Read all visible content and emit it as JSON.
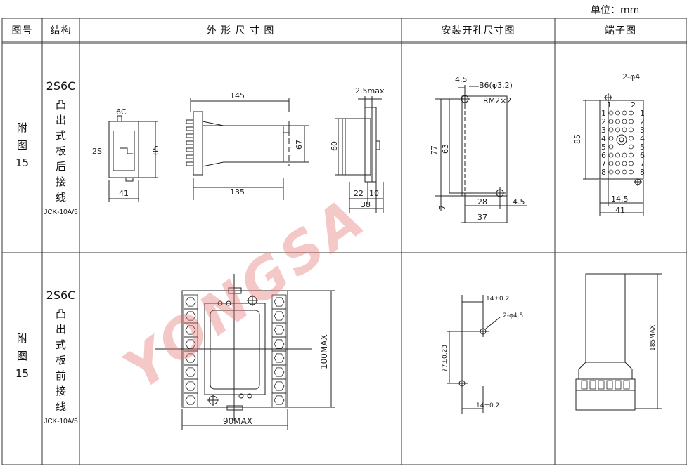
{
  "unit_label": "单位：mm",
  "headers": {
    "fig_no": "图号",
    "structure": "结构",
    "outline": "外 形 尺 寸 图",
    "mounting": "安装开孔尺寸图",
    "terminal": "端子图"
  },
  "rows": [
    {
      "fig": [
        "附",
        "图",
        "15"
      ],
      "model": "2S6C",
      "structure_chars": [
        "凸",
        "出",
        "式",
        "板",
        "后",
        "接",
        "线"
      ],
      "code": "JCK-10A/5",
      "outline_dims": {
        "side_6c": "6C",
        "side_2s": "2S",
        "side_h": "85",
        "side_w": "41",
        "top_145": "145",
        "top_135": "135",
        "front_67": "67",
        "rear_60": "60",
        "rear_25max": "2.5max",
        "rear_22": "22",
        "rear_10": "10",
        "rear_38": "38"
      },
      "mount_dims": {
        "d45a": "4.5",
        "b6": "B6(φ3.2)",
        "rm": "RM2×2",
        "d77": "77",
        "d63": "63",
        "d7": "7",
        "d28": "28",
        "d45b": "4.5",
        "d37": "37"
      },
      "terminal_dims": {
        "hole": "2-φ4",
        "h85": "85",
        "w145": "14.5",
        "w41": "41",
        "col1": "1",
        "col2": "2",
        "left_nums": [
          "1",
          "2",
          "3",
          "4",
          "5",
          "6",
          "7",
          "8"
        ],
        "right_nums": [
          "1",
          "2",
          "3",
          "4",
          "5",
          "6",
          "7",
          "8"
        ]
      }
    },
    {
      "fig": [
        "附",
        "图",
        "15"
      ],
      "model": "2S6C",
      "structure_chars": [
        "凸",
        "出",
        "式",
        "板",
        "前",
        "接",
        "线"
      ],
      "code": "JCK-10A/5",
      "outline_dims": {
        "h100": "100MAX",
        "w90": "90MAX"
      },
      "mount_dims": {
        "t14a": "14±0.2",
        "hole": "2-φ4.5",
        "v77": "77±0.23",
        "t14b": "14±0.2"
      },
      "terminal_dims": {
        "h185": "185MAX"
      }
    }
  ],
  "watermark": "YONGSA"
}
